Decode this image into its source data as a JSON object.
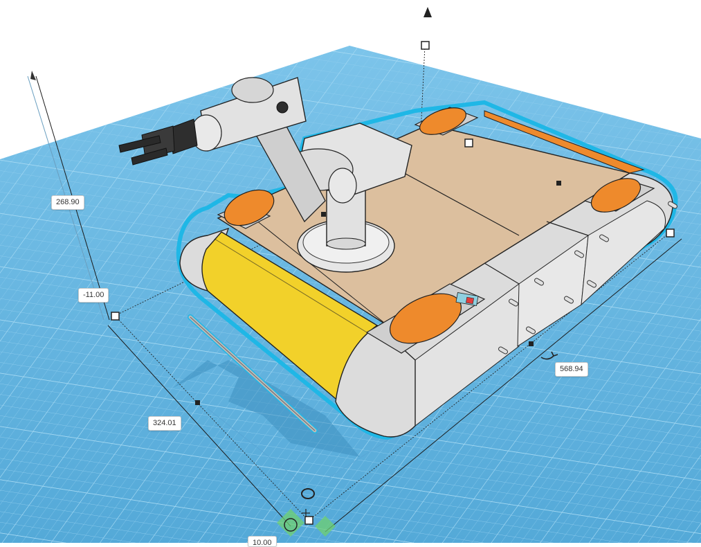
{
  "dimensions": {
    "height": "268.90",
    "elevation": "-11.00",
    "width": "324.01",
    "length": "568.94",
    "bottom_partial": "10.00"
  },
  "colors": {
    "grid_background": "#5fb4e2",
    "grid_line": "#8fcdee",
    "selection_outline": "#1fb7e6",
    "track_yellow": "#f2d12a",
    "wheel_orange": "#ee8a2c",
    "deck_tan": "#dcbf9e",
    "body_grey": "#dcdcdc",
    "gripper_dark": "#2e2e2e"
  },
  "icons": {
    "cone": "cone-handle-icon",
    "rotate": "rotate-arrow-icon",
    "grip": "square-grip-handle-icon",
    "ring": "ring-handle-icon",
    "crosshair": "crosshair-icon"
  }
}
